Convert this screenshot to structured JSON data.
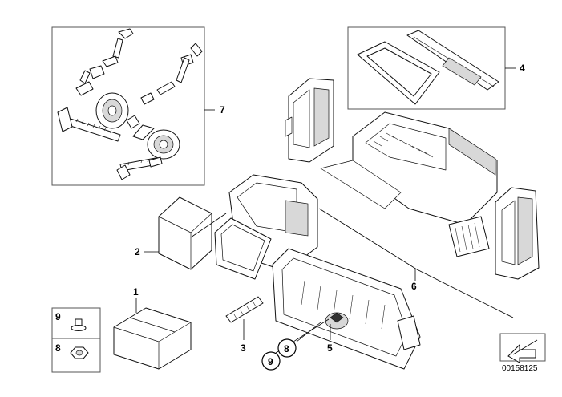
{
  "callouts": {
    "c1": "1",
    "c2": "2",
    "c3": "3",
    "c4": "4",
    "c5": "5",
    "c6": "6",
    "c7": "7",
    "c8_box": "8",
    "c9_box": "9",
    "c8_circle": "8",
    "c9_circle": "9"
  },
  "reference_number": "00158125"
}
